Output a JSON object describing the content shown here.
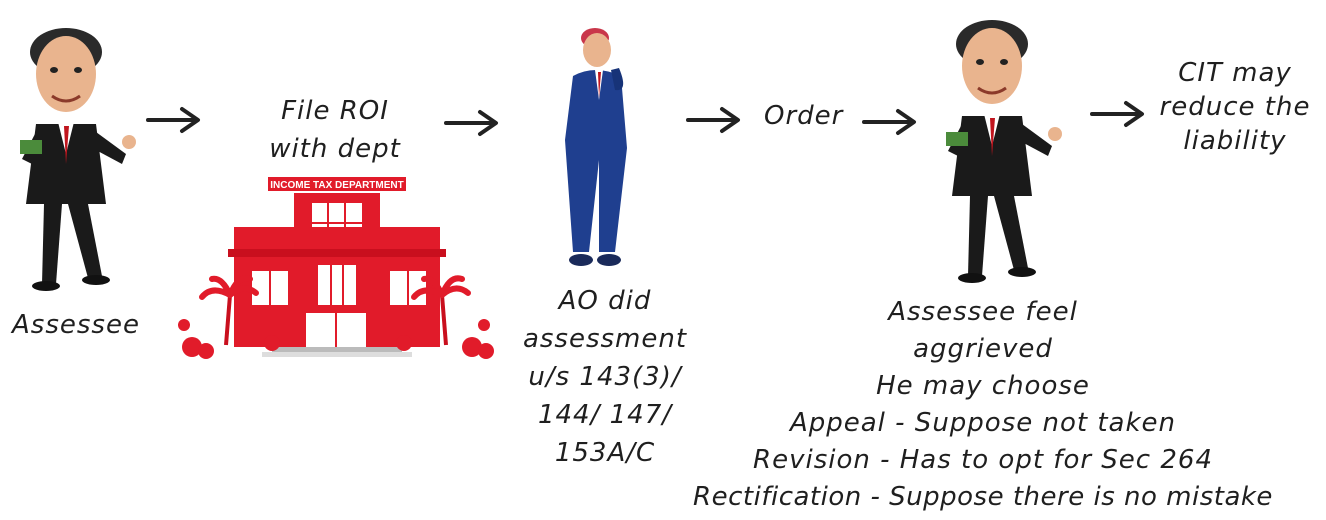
{
  "labels": {
    "assessee": "Assessee",
    "file_roi": [
      "File ROI",
      "with dept"
    ],
    "building_sign": "INCOME TAX DEPARTMENT",
    "order": "Order",
    "ao_did": [
      "AO did",
      "assessment",
      "u/s 143(3)/",
      "144/ 147/",
      "153A/C"
    ],
    "cit": [
      "CIT may",
      "reduce the",
      "liability"
    ],
    "feel": [
      "Assessee feel",
      "aggrieved",
      "He may choose",
      "Appeal - Suppose not taken",
      "Revision - Has to opt for Sec 264",
      "Rectification - Suppose there is no mistake"
    ]
  },
  "colors": {
    "building_red": "#e11b2a",
    "suit": "#1a1a1a",
    "skin": "#e9b48e",
    "officer_suit": "#1f3f8f"
  },
  "icons": [
    "person-icon",
    "building-icon",
    "officer-icon",
    "arrow-icon"
  ]
}
